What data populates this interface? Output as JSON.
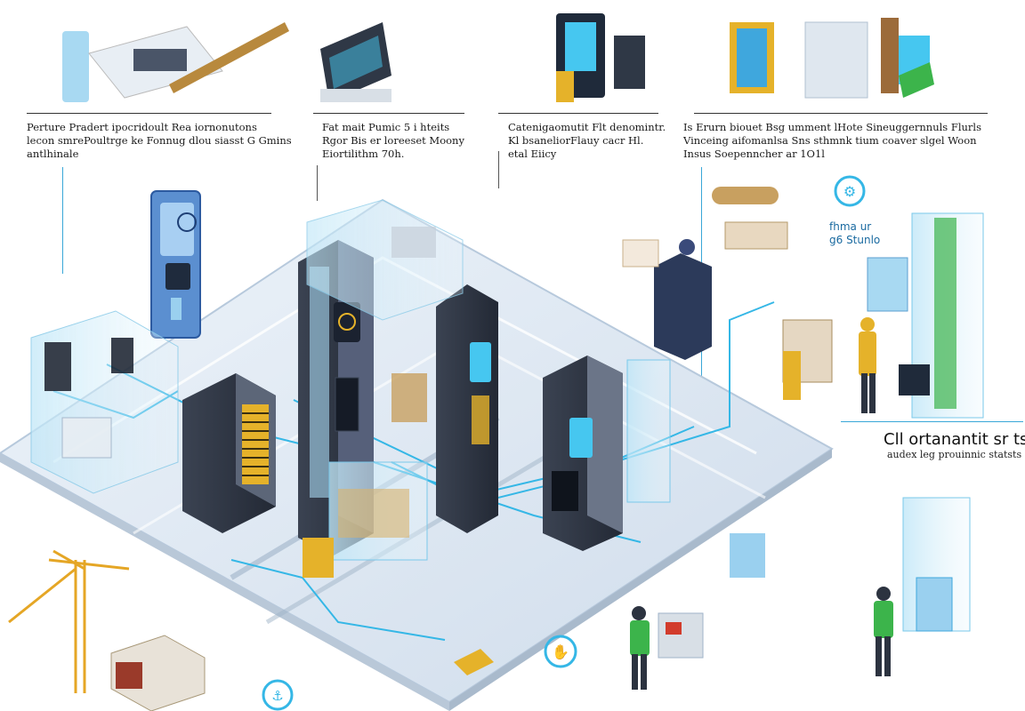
{
  "captions": [
    {
      "lines": [
        "Perture Pradert ipocridoult Rea iornonutons",
        "lecon smrePoultrge ke Fonnug dlou siasst G Gmins",
        "antlhinale"
      ]
    },
    {
      "lines": [
        "Fat mait Pumic 5 i hteits",
        "Rgor Bis er loreeset Moony",
        "Eiortilithm 70h."
      ]
    },
    {
      "lines": [
        "Catenigaomutit Flt denomintr.",
        "Kl bsaneliorFlauy cacr Hl.",
        "etal Eiicy"
      ]
    },
    {
      "lines": [
        "Is Erurn biouet Bsg umment lHote Sineuggernnuls Flurls",
        "Vinceing aifomanlsa  Sns sthmnk tium coaver slgel Woon",
        "Insus Soepenncher ar 1O1l"
      ]
    }
  ],
  "side": {
    "title": "Cll ortanantit sr ts",
    "subtitle": "audex leg prouinnic statsts"
  },
  "float_label": [
    "fhma ur",
    "g6 Stunlo"
  ],
  "colors": {
    "accent": "#35b7e6",
    "floor": "#dde8f3",
    "dark": "#2c3340",
    "yellow": "#e5b22a",
    "green": "#3cb44b"
  },
  "icons": [
    "gear-badge-icon",
    "hand-badge-icon",
    "hook-badge-icon",
    "crane-icon"
  ]
}
